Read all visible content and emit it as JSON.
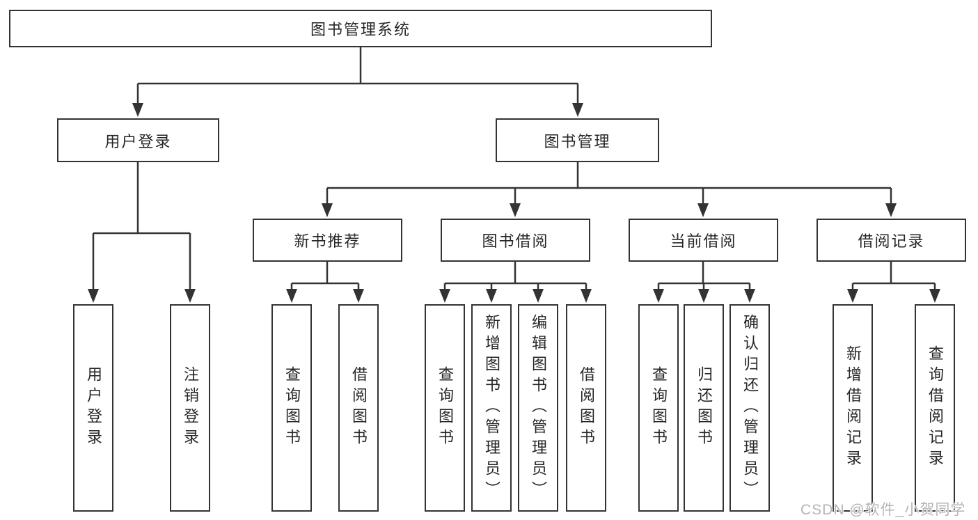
{
  "diagram": {
    "title": "图书管理系统",
    "branches": {
      "login": {
        "label": "用户登录",
        "children": {
          "user_login": "用户登录",
          "logout": "注销登录"
        }
      },
      "mgmt": {
        "label": "图书管理",
        "children": {
          "newbook": {
            "label": "新书推荐",
            "children": {
              "query": "查询图书",
              "borrow": "借阅图书"
            }
          },
          "borrow": {
            "label": "图书借阅",
            "children": {
              "query": "查询图书",
              "add": "新增图书（管理员）",
              "edit": "编辑图书（管理员）",
              "borrow": "借阅图书"
            }
          },
          "current": {
            "label": "当前借阅",
            "children": {
              "query": "查询图书",
              "return": "归还图书",
              "confirm": "确认归还（管理员）"
            }
          },
          "records": {
            "label": "借阅记录",
            "children": {
              "add": "新增借阅记录",
              "query": "查询借阅记录"
            }
          }
        }
      }
    }
  },
  "watermark": "CSDN @软件_小贺同学",
  "colors": {
    "background": "#ffffff",
    "line": "#333333",
    "text": "#262626",
    "watermark": "#b5b5b5"
  }
}
